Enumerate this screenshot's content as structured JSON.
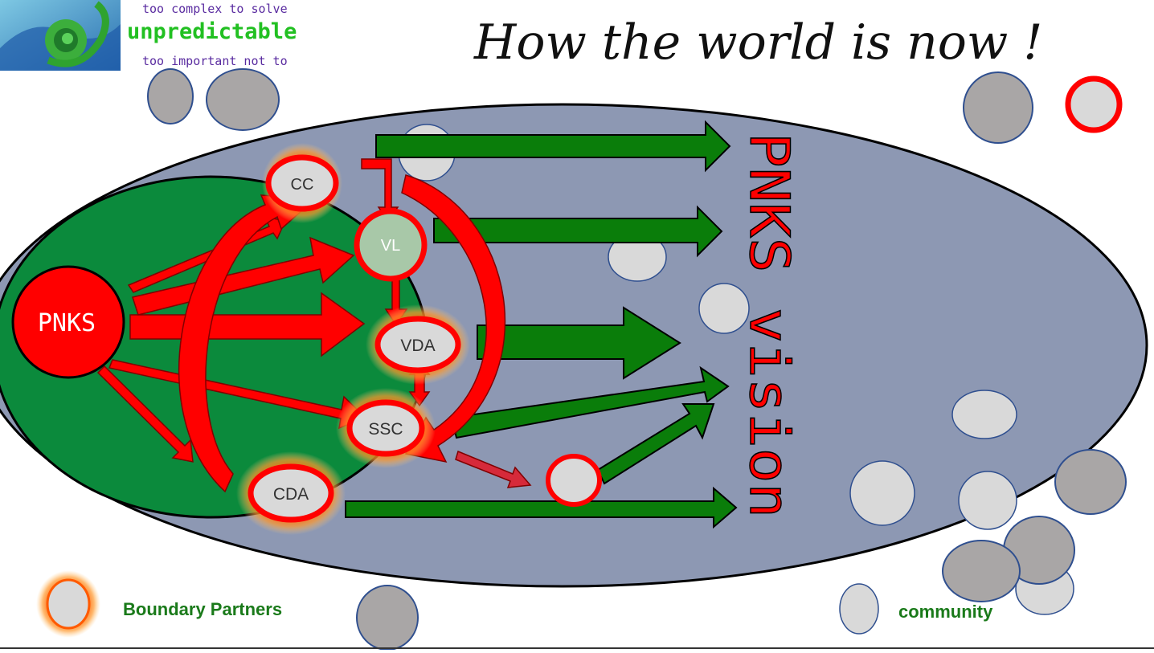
{
  "title": "How the world is now !",
  "tagline": {
    "line1": "too complex to solve",
    "line2": "unpredictable",
    "line3": "too important not to"
  },
  "vision_label": "PNKS vision",
  "nodes": {
    "pnks": "PNKS",
    "cc": "CC",
    "vl": "VL",
    "vda": "VDA",
    "ssc": "SSC",
    "cda": "CDA"
  },
  "legend": {
    "boundary_partners": "Boundary Partners",
    "community": "community"
  },
  "colors": {
    "outer_ellipse": "#8d98b3",
    "inner_ellipse": "#0b8a3c",
    "red": "#ff0000",
    "green_arrow": "#0a7d0a",
    "glow": "#ff6a00",
    "grey_circle": "#a9a6a6",
    "light_circle": "#d9d9d9"
  },
  "icons": {
    "logo": "spiral-wave-logo"
  }
}
